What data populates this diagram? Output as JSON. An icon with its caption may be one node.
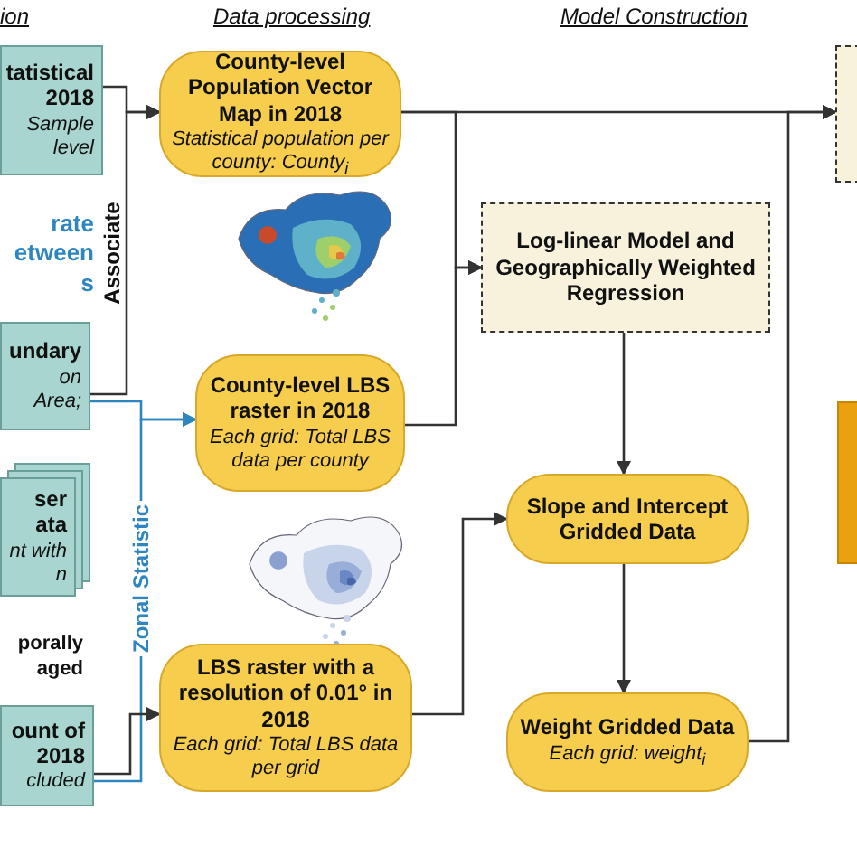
{
  "diagram": {
    "nodes": [
      {
        "text": [
          "tatistical 2018",
          "Sample level"
        ]
      },
      {
        "text": [
          "undary",
          "on Area;"
        ]
      },
      {
        "text": [
          "ser ata",
          "nt with n"
        ]
      },
      {
        "text": [
          "ount of 2018",
          "cluded"
        ]
      },
      {
        "text": [
          "County-level Population Vector Map in 2018",
          "Statistical population per county: *County*$_{i}$"
        ]
      },
      {
        "text": [
          "County-level LBS raster in 2018",
          "Each grid: Total LBS data per county"
        ]
      },
      {
        "text": [
          "LBS raster with a resolution of 0.01° in 2018",
          "Each grid: Total LBS data per grid"
        ]
      },
      {
        "text": [
          "Log-linear Model and Geographically Weighted Regression"
        ]
      },
      {
        "text": [
          "Slope and Intercept Gridded Data"
        ]
      },
      {
        "text": [
          "Weight Gridded Data",
          "Each grid: *weight*$_{i}$"
        ]
      },
      {
        "text": [],
        "shape": "box"
      },
      {
        "text": [],
        "shape": "box"
      }
    ],
    "edges": [
      {
        "from": 0,
        "to": 4,
        "arrow": "to"
      },
      {
        "from": 1,
        "to": 4,
        "arrow": "to",
        "label": "Associate"
      },
      {
        "from": 1,
        "to": 5,
        "arrow": "to",
        "color": "#2e86c1"
      },
      {
        "from": 3,
        "to": 5,
        "arrow": "to",
        "color": "#2e86c1",
        "label": "Zonal Statistic"
      },
      {
        "from": 3,
        "to": 6,
        "arrow": "to"
      },
      {
        "from": 4,
        "to": 10,
        "arrow": "to"
      },
      {
        "from": 4,
        "to": 7,
        "arrow": "to"
      },
      {
        "from": 5,
        "to": 7,
        "arrow": "to"
      },
      {
        "from": 6,
        "to": 8,
        "arrow": "to"
      },
      {
        "from": 7,
        "to": 8,
        "arrow": "to"
      },
      {
        "from": 8,
        "to": 9,
        "arrow": "to"
      },
      {
        "from": 9,
        "to": 10,
        "arrow": "to"
      }
    ],
    "labels": [
      "ion",
      "Data processing",
      "Model Construction",
      "rate etween s",
      "porally aged"
    ]
  }
}
